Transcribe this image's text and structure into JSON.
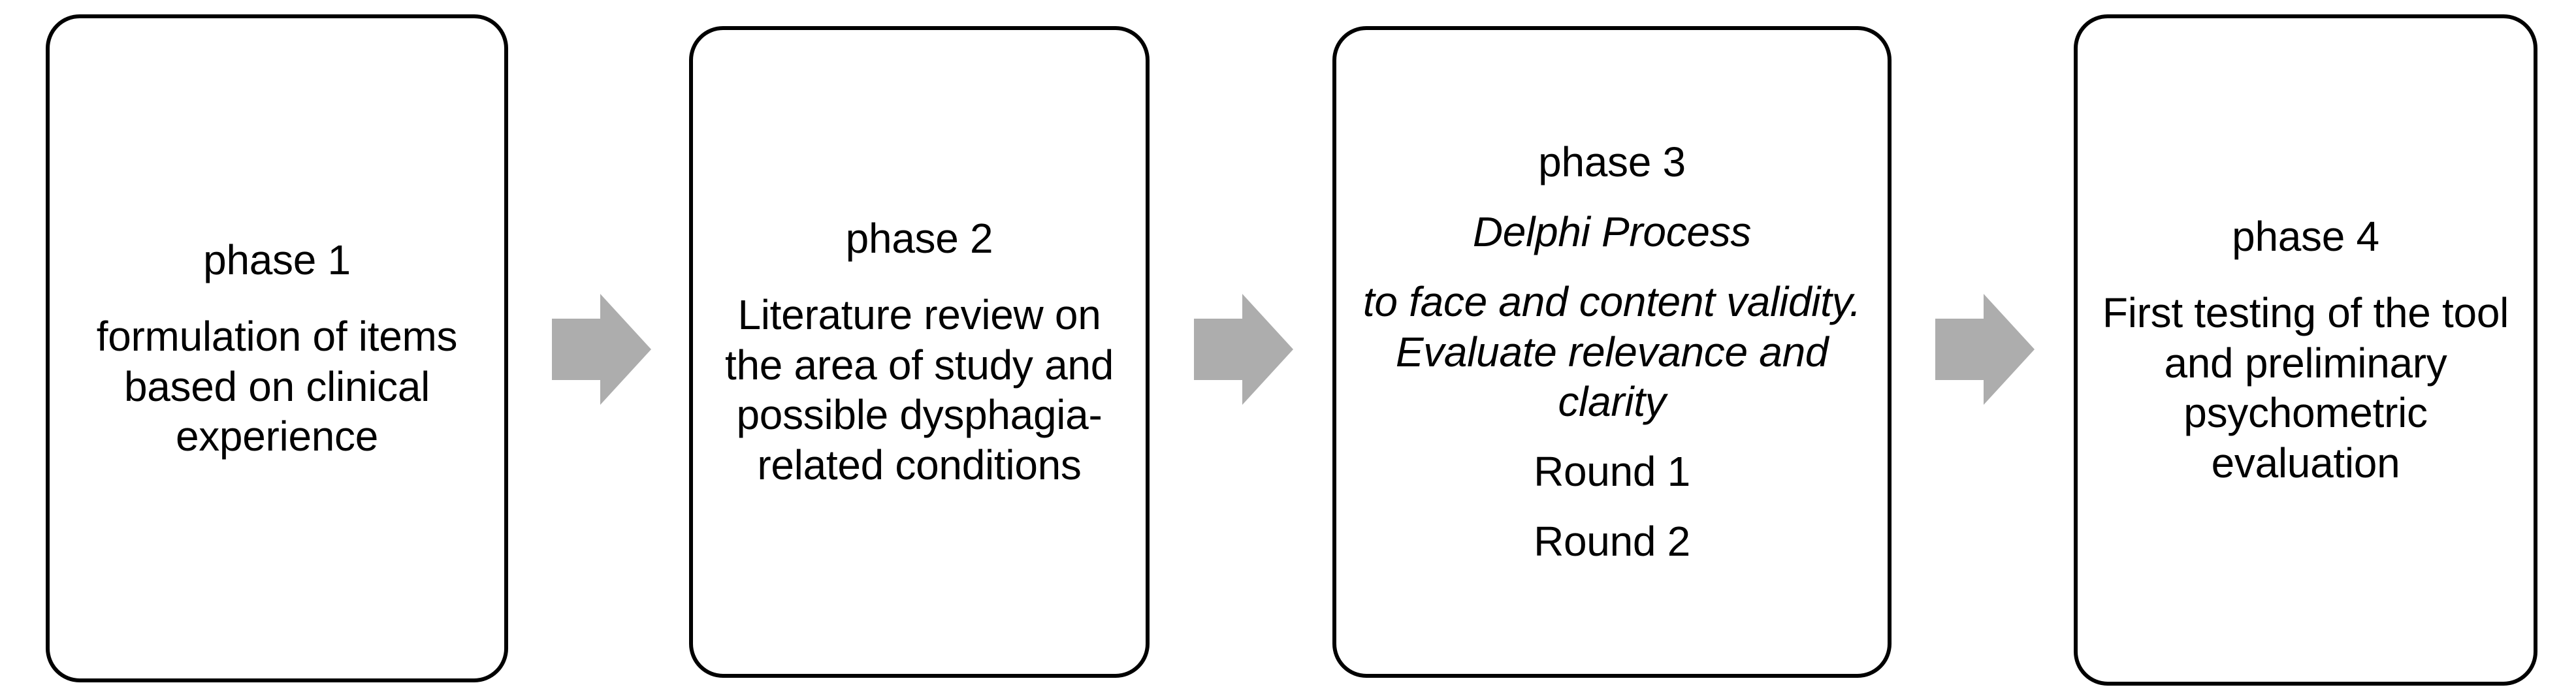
{
  "diagram": {
    "title": "Four-phase instrument development flow",
    "orientation": "left-to-right",
    "colors": {
      "box_border": "#000000",
      "box_fill": "#FFFFFF",
      "text": "#000000",
      "arrow_fill": "#ADADAD"
    },
    "phases": [
      {
        "id": "phase-1",
        "heading": "phase 1",
        "lines": [
          {
            "text": "formulation of items based on clinical experience",
            "style": "regular"
          }
        ]
      },
      {
        "id": "phase-2",
        "heading": "phase 2",
        "lines": [
          {
            "text": "Literature review on the area of study and possible dysphagia-related conditions",
            "style": "regular"
          }
        ]
      },
      {
        "id": "phase-3",
        "heading": "phase 3",
        "lines": [
          {
            "text": "Delphi Process",
            "style": "italic"
          },
          {
            "text": "to face and content validity. Evaluate relevance and clarity",
            "style": "italic"
          },
          {
            "text": "Round 1",
            "style": "regular"
          },
          {
            "text": "Round 2",
            "style": "regular"
          }
        ]
      },
      {
        "id": "phase-4",
        "heading": "phase 4",
        "lines": [
          {
            "text": "First testing of the tool and preliminary psychometric evaluation",
            "style": "regular"
          }
        ]
      }
    ],
    "connectors": [
      {
        "id": "arrow-1",
        "icon": "right-arrow-icon",
        "from": "phase-1",
        "to": "phase-2"
      },
      {
        "id": "arrow-2",
        "icon": "right-arrow-icon",
        "from": "phase-2",
        "to": "phase-3"
      },
      {
        "id": "arrow-3",
        "icon": "right-arrow-icon",
        "from": "phase-3",
        "to": "phase-4"
      }
    ]
  }
}
